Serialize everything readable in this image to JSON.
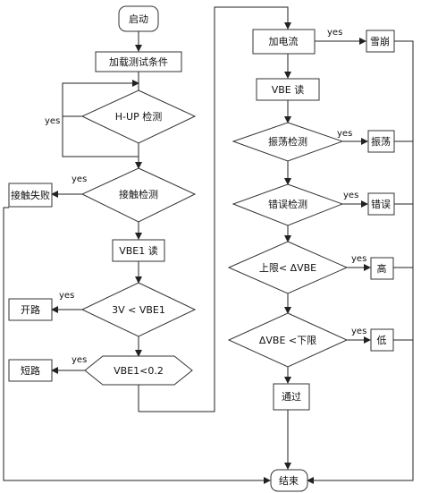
{
  "flowchart": {
    "nodes": {
      "start": "启动",
      "load_conditions": "加载测试条件",
      "hup_check": "H-UP 检测",
      "contact_check": "接触检测",
      "contact_fail": "接触失败",
      "vbe1_read": "VBE1 读",
      "vbe1_gt3": "3V < VBE1",
      "open_circuit": "开路",
      "vbe1_lt02": "VBE1<0.2",
      "short_circuit": "短路",
      "add_current": "加电流",
      "avalanche": "雪崩",
      "vbe_read": "VBE 读",
      "oscillation_check": "振荡检测",
      "oscillation": "振荡",
      "error_check": "错误检测",
      "error": "错误",
      "upper_limit": "上限< ΔVBE",
      "high": "高",
      "lower_limit": "ΔVBE <下限",
      "low": "低",
      "pass": "通过",
      "end": "结束"
    },
    "edge_label": "yes",
    "line_color": "#222222",
    "box_border_color": "#333333"
  }
}
